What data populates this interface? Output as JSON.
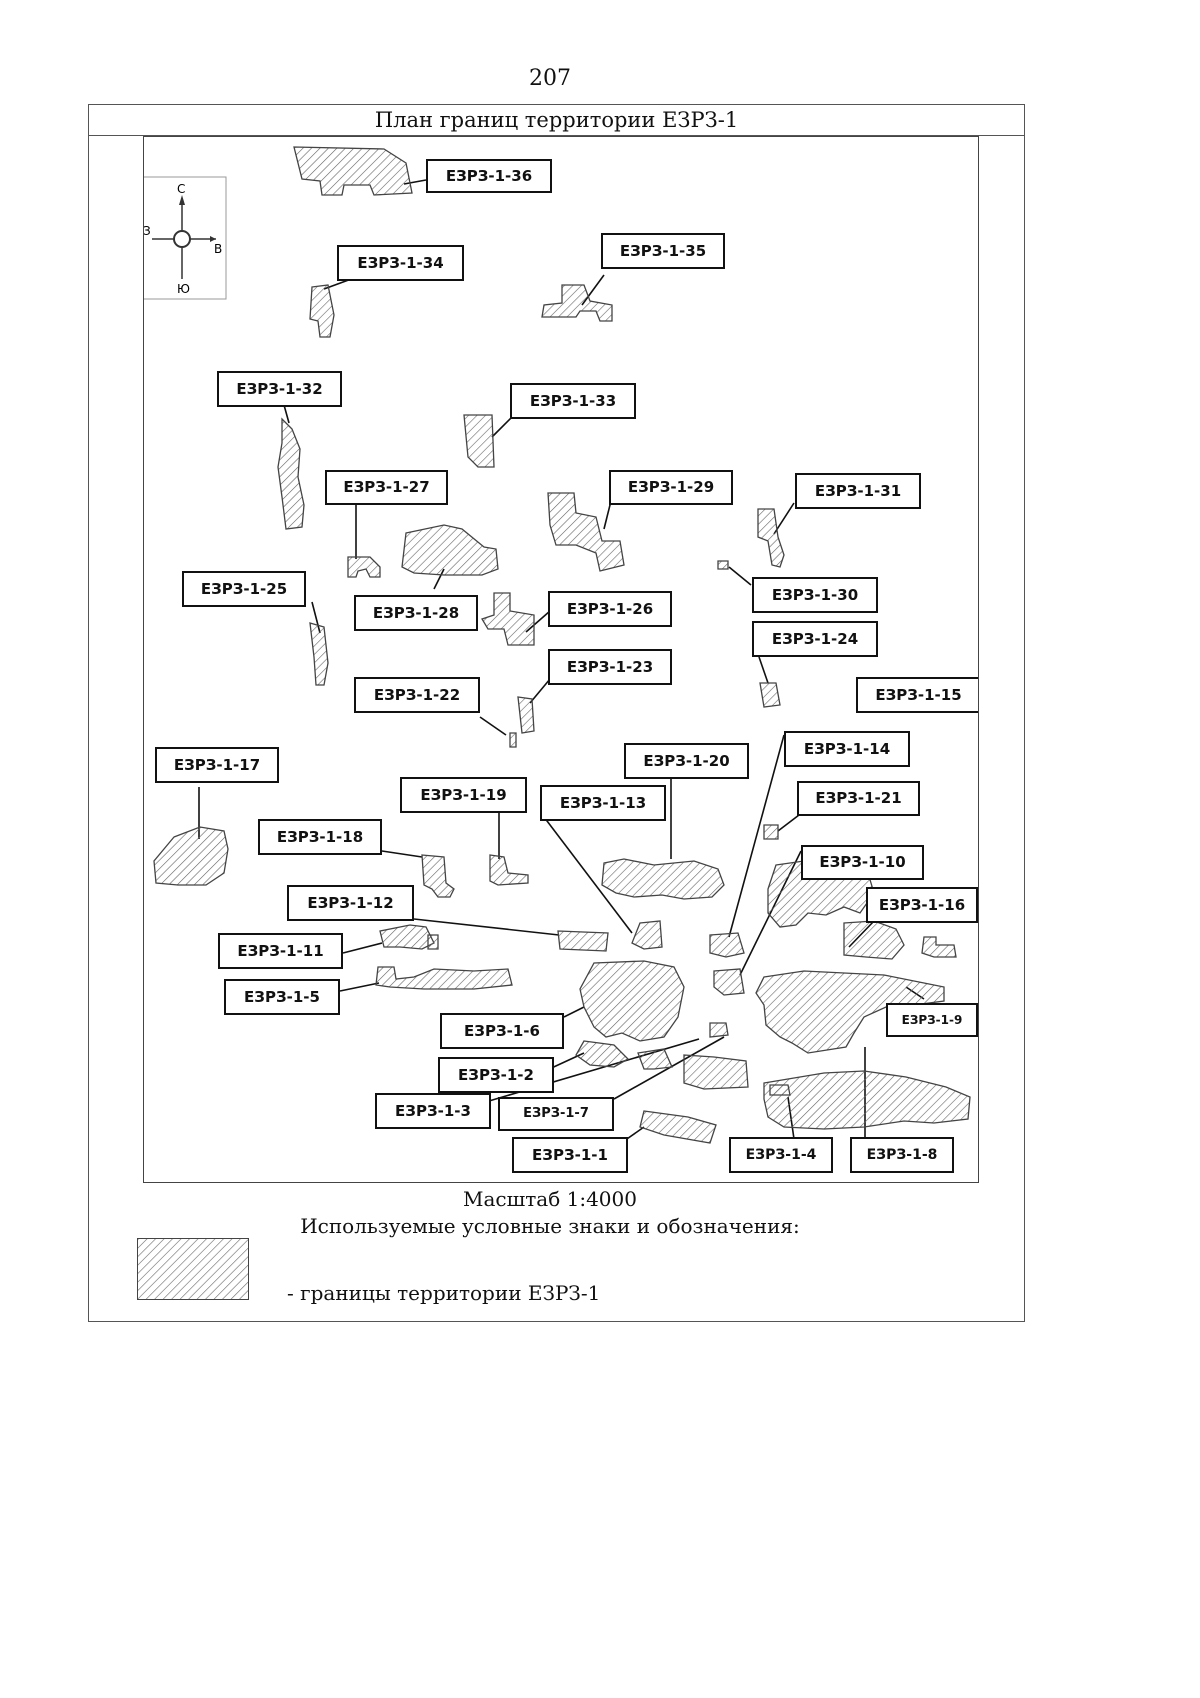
{
  "page_number": "207",
  "title": "План границ территории ЕЗРЗ-1",
  "compass": {
    "north": "С",
    "south": "Ю",
    "west": "З",
    "east": "В"
  },
  "scale": "Масштаб 1:4000",
  "legend": {
    "title": "Используемые условные знаки и обозначения:",
    "items": [
      {
        "text": "- границы территории ЕЗРЗ-1",
        "hatch_color": "#666666"
      }
    ]
  },
  "zones": [
    {
      "id": "ЕЗРЗ-1-36"
    },
    {
      "id": "ЕЗРЗ-1-34"
    },
    {
      "id": "ЕЗРЗ-1-35"
    },
    {
      "id": "ЕЗРЗ-1-32"
    },
    {
      "id": "ЕЗРЗ-1-33"
    },
    {
      "id": "ЕЗРЗ-1-27"
    },
    {
      "id": "ЕЗРЗ-1-29"
    },
    {
      "id": "ЕЗРЗ-1-31"
    },
    {
      "id": "ЕЗРЗ-1-25"
    },
    {
      "id": "ЕЗРЗ-1-28"
    },
    {
      "id": "ЕЗРЗ-1-26"
    },
    {
      "id": "ЕЗРЗ-1-30"
    },
    {
      "id": "ЕЗРЗ-1-24"
    },
    {
      "id": "ЕЗРЗ-1-23"
    },
    {
      "id": "ЕЗРЗ-1-22"
    },
    {
      "id": "ЕЗРЗ-1-15"
    },
    {
      "id": "ЕЗРЗ-1-17"
    },
    {
      "id": "ЕЗРЗ-1-20"
    },
    {
      "id": "ЕЗРЗ-1-14"
    },
    {
      "id": "ЕЗРЗ-1-19"
    },
    {
      "id": "ЕЗРЗ-1-13"
    },
    {
      "id": "ЕЗРЗ-1-21"
    },
    {
      "id": "ЕЗРЗ-1-18"
    },
    {
      "id": "ЕЗРЗ-1-10"
    },
    {
      "id": "ЕЗРЗ-1-12"
    },
    {
      "id": "ЕЗРЗ-1-16"
    },
    {
      "id": "ЕЗРЗ-1-11"
    },
    {
      "id": "ЕЗРЗ-1-5"
    },
    {
      "id": "ЕЗРЗ-1-9"
    },
    {
      "id": "ЕЗРЗ-1-6"
    },
    {
      "id": "ЕЗРЗ-1-2"
    },
    {
      "id": "ЕЗРЗ-1-3"
    },
    {
      "id": "ЕЗРЗ-1-7"
    },
    {
      "id": "ЕЗРЗ-1-1"
    },
    {
      "id": "ЕЗРЗ-1-4"
    },
    {
      "id": "ЕЗРЗ-1-8"
    }
  ]
}
